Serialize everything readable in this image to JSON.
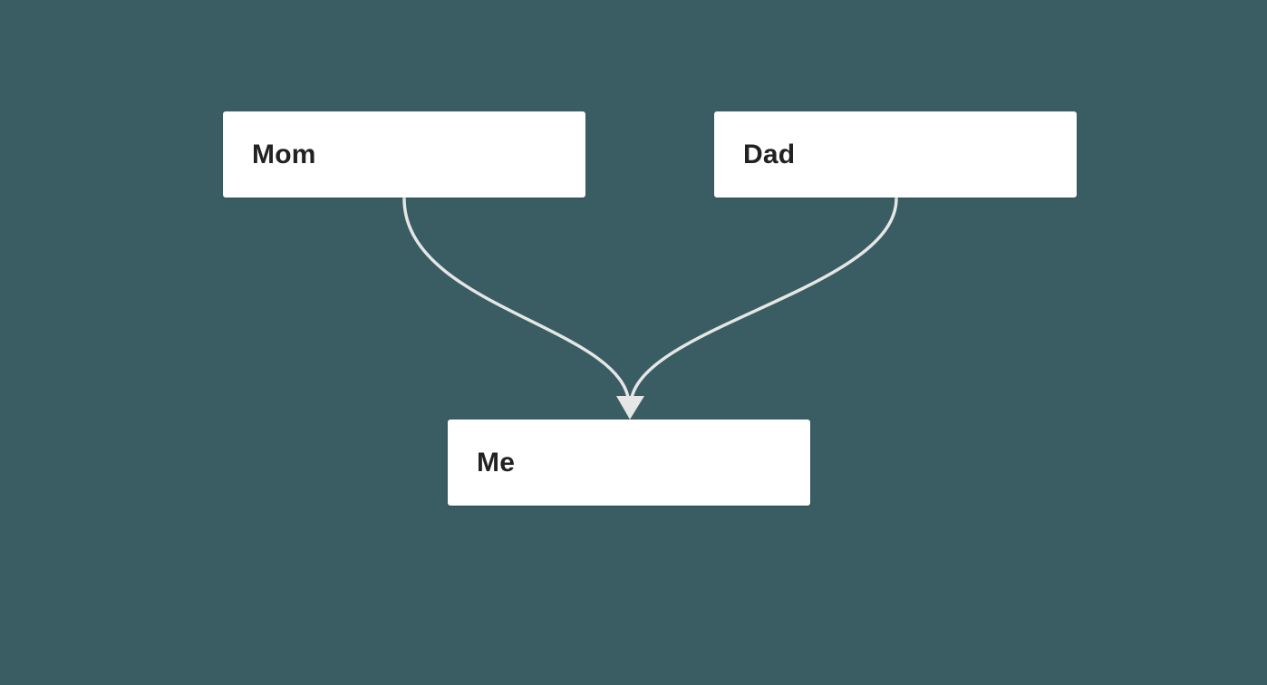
{
  "colors": {
    "background": "#395d63",
    "node_fill": "#ffffff",
    "node_text": "#222222",
    "edge": "#e6e6e6"
  },
  "nodes": {
    "mom": {
      "label": "Mom"
    },
    "dad": {
      "label": "Dad"
    },
    "me": {
      "label": "Me"
    }
  },
  "edges": [
    {
      "from": "mom",
      "to": "me"
    },
    {
      "from": "dad",
      "to": "me"
    }
  ]
}
